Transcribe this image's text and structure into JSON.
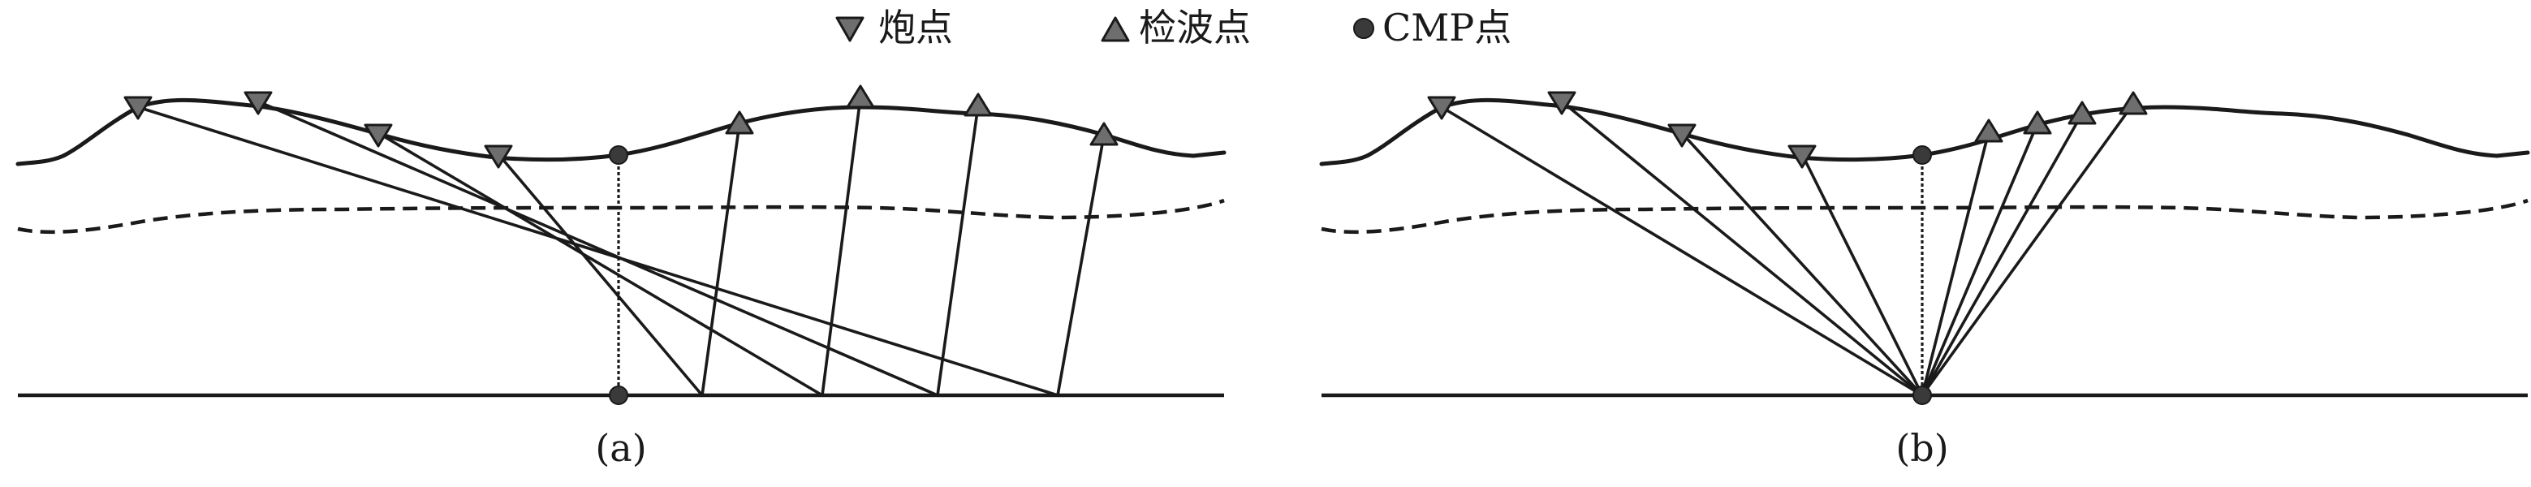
{
  "legend": {
    "shot_label": "炮点",
    "receiver_label": "检波点",
    "cmp_label": "CMP点"
  },
  "panels": [
    {
      "caption": "(a)"
    },
    {
      "caption": "(b)"
    }
  ],
  "colors": {
    "line": "#1a1a1a",
    "marker_fill": "#6e6e6e",
    "dot_fill": "#3a3a3a",
    "background": "#ffffff"
  },
  "icons": {
    "shot": "down-triangle-icon",
    "receiver": "up-triangle-icon",
    "cmp": "filled-circle-icon"
  }
}
